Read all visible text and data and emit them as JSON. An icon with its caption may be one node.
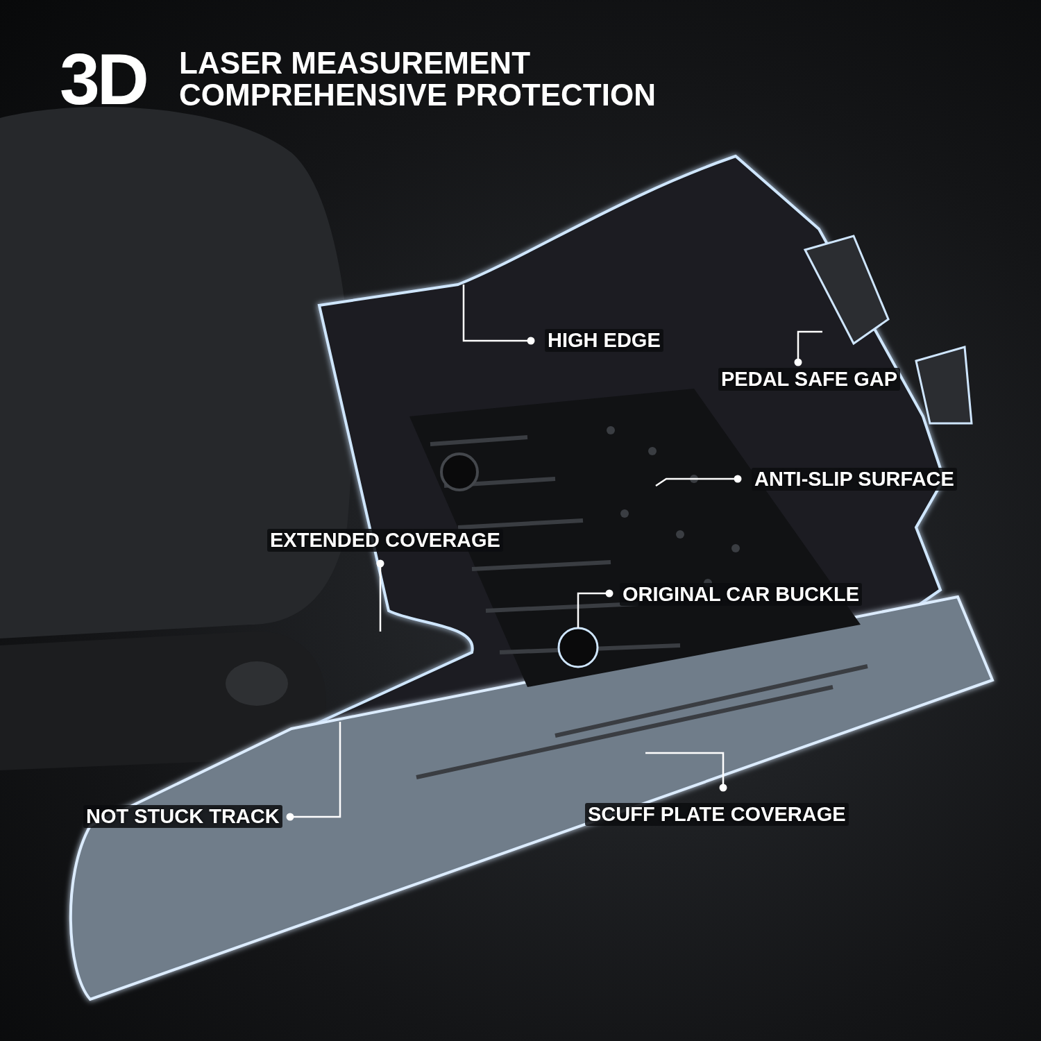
{
  "diagram": {
    "nodes": [
      {
        "text": [
          "HIGH EDGE"
        ]
      },
      {
        "text": [
          "PEDAL SAFE GAP"
        ]
      },
      {
        "text": [
          "ANTI-SLIP SURFACE"
        ]
      },
      {
        "text": [
          "EXTENDED COVERAGE"
        ]
      },
      {
        "text": [
          "ORIGINAL CAR BUCKLE"
        ]
      },
      {
        "text": [
          "NOT STUCK TRACK"
        ]
      },
      {
        "text": [
          "SCUFF PLATE COVERAGE"
        ]
      }
    ],
    "edges": [
      {
        "from": 0,
        "to": null,
        "arrow": "other"
      },
      {
        "from": 1,
        "to": null,
        "arrow": "other"
      },
      {
        "from": 2,
        "to": null,
        "arrow": "other"
      },
      {
        "from": 3,
        "to": null,
        "arrow": "other"
      },
      {
        "from": 4,
        "to": null,
        "arrow": "other"
      },
      {
        "from": 5,
        "to": null,
        "arrow": "other"
      },
      {
        "from": 6,
        "to": null,
        "arrow": "other"
      }
    ],
    "labels": [
      "3D",
      "LASER MEASUREMENT COMPREHENSIVE PROTECTION"
    ]
  }
}
